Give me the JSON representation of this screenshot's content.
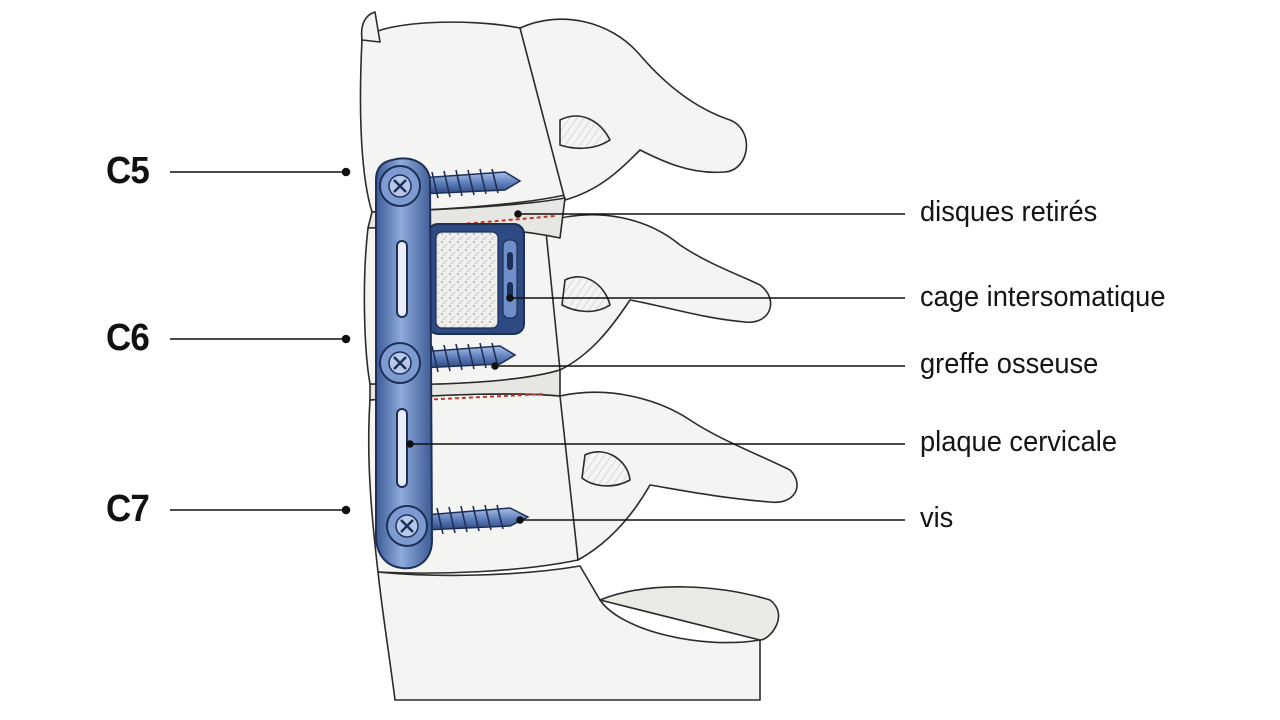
{
  "levels": {
    "c5": "C5",
    "c6": "C6",
    "c7": "C7"
  },
  "labels": {
    "removed_discs": "disques retirés",
    "interbody_cage": "cage intersomatique",
    "bone_graft": "greffe osseuse",
    "cervical_plate": "plaque cervicale",
    "screws": "vis"
  },
  "colors": {
    "bone_outline": "#2b2b2b",
    "bone_fill": "#f4f4f2",
    "bone_shade": "#dcdcd8",
    "implant_blue": "#6e8fc9",
    "implant_dark": "#2f4a82",
    "implant_light": "#b7c9ea",
    "cut_line": "#c0392b",
    "leader": "#111111"
  }
}
